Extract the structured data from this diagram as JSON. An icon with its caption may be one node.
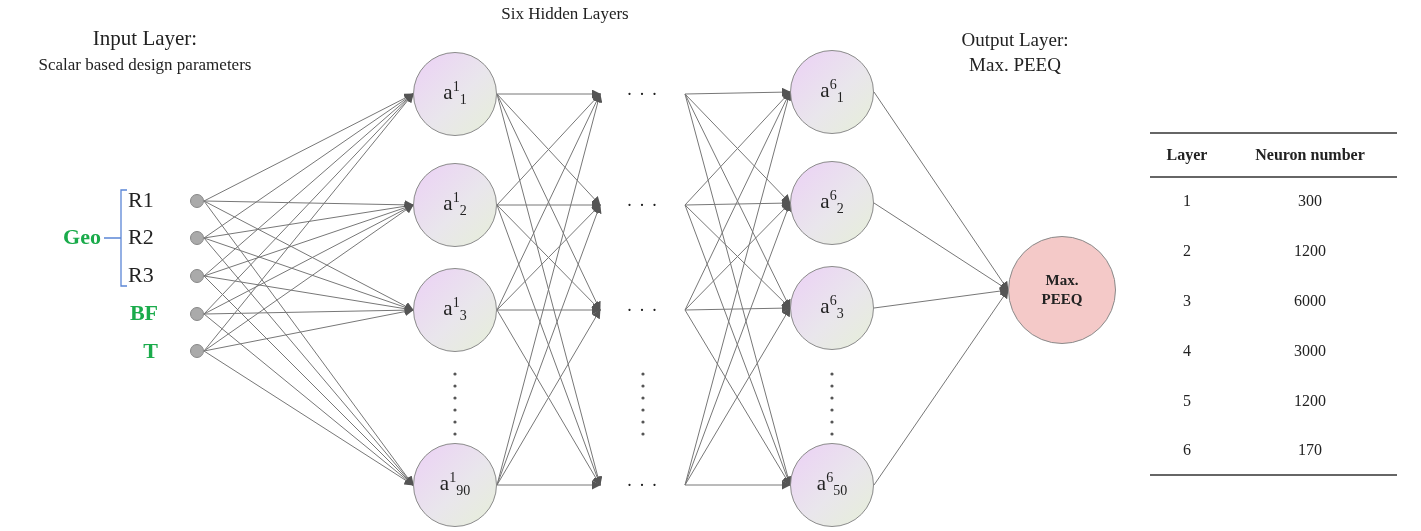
{
  "diagram": {
    "title": "Six Hidden Layers",
    "nodes": [
      {
        "text": [],
        "shape": "circle"
      },
      {
        "text": [],
        "shape": "circle"
      },
      {
        "text": [],
        "shape": "circle"
      },
      {
        "text": [],
        "shape": "circle"
      },
      {
        "text": [],
        "shape": "circle"
      },
      {
        "text": [
          "a$^{1}$$_{1}$"
        ]
      },
      {
        "text": [
          "a$^{1}$$_{2}$"
        ]
      },
      {
        "text": [
          "a$^{1}$$_{3}$"
        ]
      },
      {
        "text": [
          "a$^{1}$$_{90}$"
        ]
      },
      {
        "text": [
          "· · ·"
        ]
      },
      {
        "text": [
          "· · ·"
        ]
      },
      {
        "text": [
          "· · ·"
        ]
      },
      {
        "text": [
          "· · ·"
        ]
      },
      {
        "text": [
          "a$^{6}$$_{1}$"
        ]
      },
      {
        "text": [
          "a$^{6}$$_{2}$"
        ]
      },
      {
        "text": [
          "a$^{6}$$_{3}$"
        ]
      },
      {
        "text": [
          "a$^{6}$$_{50}$"
        ]
      },
      {
        "text": [
          "Max. PEEQ"
        ]
      }
    ],
    "edges": [
      {
        "from": 0,
        "to": 5,
        "arrow": "to"
      },
      {
        "from": 0,
        "to": 6,
        "arrow": "to"
      },
      {
        "from": 0,
        "to": 7,
        "arrow": "to"
      },
      {
        "from": 0,
        "to": 8,
        "arrow": "to"
      },
      {
        "from": 1,
        "to": 5,
        "arrow": "to"
      },
      {
        "from": 1,
        "to": 6,
        "arrow": "to"
      },
      {
        "from": 1,
        "to": 7,
        "arrow": "to"
      },
      {
        "from": 1,
        "to": 8,
        "arrow": "to"
      },
      {
        "from": 2,
        "to": 5,
        "arrow": "to"
      },
      {
        "from": 2,
        "to": 6,
        "arrow": "to"
      },
      {
        "from": 2,
        "to": 7,
        "arrow": "to"
      },
      {
        "from": 2,
        "to": 8,
        "arrow": "to"
      },
      {
        "from": 3,
        "to": 5,
        "arrow": "to"
      },
      {
        "from": 3,
        "to": 6,
        "arrow": "to"
      },
      {
        "from": 3,
        "to": 7,
        "arrow": "to"
      },
      {
        "from": 3,
        "to": 8,
        "arrow": "to"
      },
      {
        "from": 4,
        "to": 5,
        "arrow": "to"
      },
      {
        "from": 4,
        "to": 6,
        "arrow": "to"
      },
      {
        "from": 4,
        "to": 7,
        "arrow": "to"
      },
      {
        "from": 4,
        "to": 8,
        "arrow": "to"
      },
      {
        "from": 5,
        "to": 9,
        "arrow": "to"
      },
      {
        "from": 5,
        "to": 10,
        "arrow": "to"
      },
      {
        "from": 5,
        "to": 11,
        "arrow": "to"
      },
      {
        "from": 5,
        "to": 12,
        "arrow": "to"
      },
      {
        "from": 6,
        "to": 9,
        "arrow": "to"
      },
      {
        "from": 6,
        "to": 10,
        "arrow": "to"
      },
      {
        "from": 6,
        "to": 11,
        "arrow": "to"
      },
      {
        "from": 6,
        "to": 12,
        "arrow": "to"
      },
      {
        "from": 7,
        "to": 9,
        "arrow": "to"
      },
      {
        "from": 7,
        "to": 10,
        "arrow": "to"
      },
      {
        "from": 7,
        "to": 11,
        "arrow": "to"
      },
      {
        "from": 7,
        "to": 12,
        "arrow": "to"
      },
      {
        "from": 8,
        "to": 9,
        "arrow": "to"
      },
      {
        "from": 8,
        "to": 10,
        "arrow": "to"
      },
      {
        "from": 8,
        "to": 11,
        "arrow": "to"
      },
      {
        "from": 8,
        "to": 12,
        "arrow": "to"
      },
      {
        "from": 9,
        "to": 13,
        "arrow": "to"
      },
      {
        "from": 9,
        "to": 14,
        "arrow": "to"
      },
      {
        "from": 9,
        "to": 15,
        "arrow": "to"
      },
      {
        "from": 9,
        "to": 16,
        "arrow": "to"
      },
      {
        "from": 10,
        "to": 13,
        "arrow": "to"
      },
      {
        "from": 10,
        "to": 14,
        "arrow": "to"
      },
      {
        "from": 10,
        "to": 15,
        "arrow": "to"
      },
      {
        "from": 10,
        "to": 16,
        "arrow": "to"
      },
      {
        "from": 11,
        "to": 13,
        "arrow": "to"
      },
      {
        "from": 11,
        "to": 14,
        "arrow": "to"
      },
      {
        "from": 11,
        "to": 15,
        "arrow": "to"
      },
      {
        "from": 11,
        "to": 16,
        "arrow": "to"
      },
      {
        "from": 12,
        "to": 13,
        "arrow": "to"
      },
      {
        "from": 12,
        "to": 14,
        "arrow": "to"
      },
      {
        "from": 12,
        "to": 15,
        "arrow": "to"
      },
      {
        "from": 12,
        "to": 16,
        "arrow": "to"
      },
      {
        "from": 13,
        "to": 17,
        "arrow": "to"
      },
      {
        "from": 14,
        "to": 17,
        "arrow": "to"
      },
      {
        "from": 15,
        "to": 17,
        "arrow": "to"
      },
      {
        "from": 16,
        "to": 17,
        "arrow": "to"
      }
    ],
    "labels": [
      "Input Layer:",
      "Scalar based design parameters",
      "Output Layer:",
      "Max. PEEQ",
      "Geo",
      "R1",
      "R2",
      "R3",
      "BF",
      "T",
      "Layer",
      "Neuron number",
      "1",
      "300",
      "2",
      "1200",
      "3",
      "6000",
      "4",
      "3000",
      "5",
      "1200",
      "6",
      "170"
    ]
  }
}
